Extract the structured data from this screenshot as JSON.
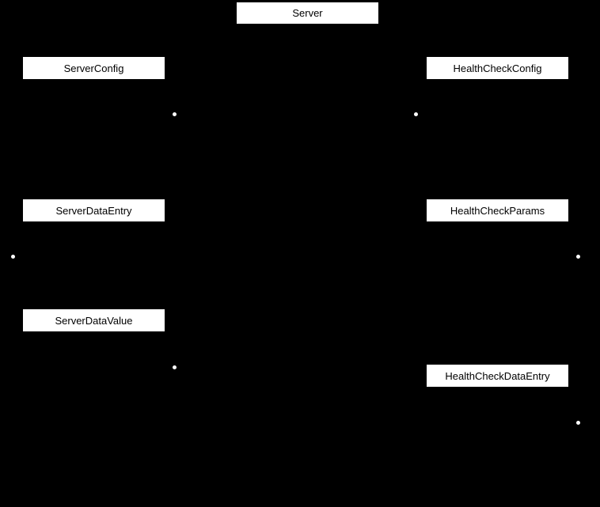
{
  "diagram": {
    "background_color": "#000000",
    "node_fill_color": "#ffffff",
    "node_text_color": "#000000",
    "connector_dot_color": "#ffffff",
    "nodes": [
      {
        "label": "Server"
      },
      {
        "label": "ServerConfig"
      },
      {
        "label": "HealthCheckConfig"
      },
      {
        "label": "ServerDataEntry"
      },
      {
        "label": "HealthCheckParams"
      },
      {
        "label": "ServerDataValue"
      },
      {
        "label": "HealthCheckDataEntry"
      }
    ]
  }
}
